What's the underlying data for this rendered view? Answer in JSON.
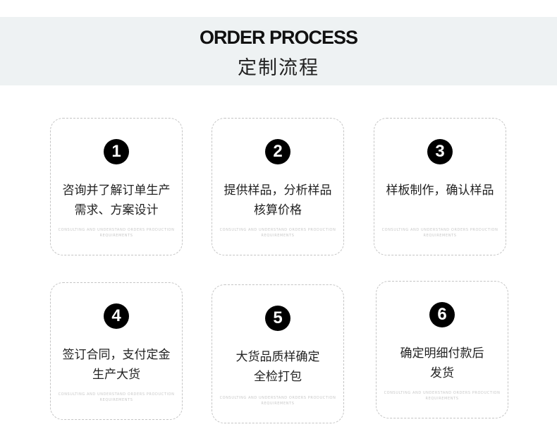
{
  "header": {
    "title_en": "ORDER PROCESS",
    "title_cn": "定制流程"
  },
  "steps": [
    {
      "number": "1",
      "line1": "咨询并了解订单生产",
      "line2": "需求、方案设计",
      "note1": "CONSULTING AND UNDERSTAND ORDERS PRODUCTION",
      "note2": "REQUIREMENTS"
    },
    {
      "number": "2",
      "line1": "提供样品，分析样品",
      "line2": "核算价格",
      "note1": "CONSULTING AND UNDERSTAND ORDERS PRODUCTION",
      "note2": "REQUIREMENTS"
    },
    {
      "number": "3",
      "line1": "样板制作，确认样品",
      "line2": "",
      "note1": "CONSULTING AND UNDERSTAND ORDERS PRODUCTION",
      "note2": "REQUIREMENTS"
    },
    {
      "number": "4",
      "line1": "签订合同，支付定金",
      "line2": "生产大货",
      "note1": "CONSULTING AND UNDERSTAND ORDERS PRODUCTION",
      "note2": "REQUIREMENTS"
    },
    {
      "number": "5",
      "line1": "大货品质样确定",
      "line2": "全检打包",
      "note1": "CONSULTING AND UNDERSTAND ORDERS PRODUCTION",
      "note2": "REQUIREMENTS"
    },
    {
      "number": "6",
      "line1": "确定明细付款后",
      "line2": "发货",
      "note1": "CONSULTING AND UNDERSTAND ORDERS PRODUCTION",
      "note2": "REQUIREMENTS"
    }
  ]
}
